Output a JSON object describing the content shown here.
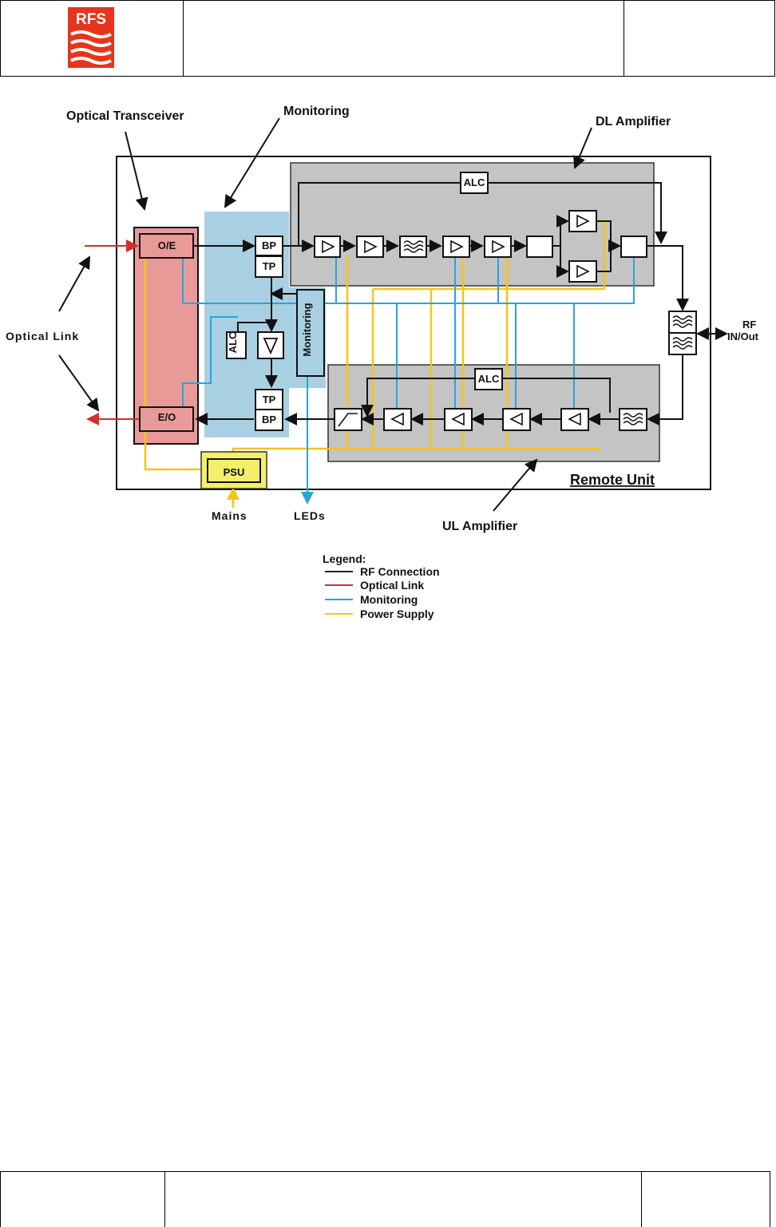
{
  "header": {
    "logo_text": "RFS"
  },
  "diagram": {
    "label_optical_transceiver": "Optical Transceiver",
    "label_monitoring": "Monitoring",
    "label_dl_amplifier": "DL Amplifier",
    "label_optical_link": "Optical Link",
    "label_rf": "RF",
    "label_in_out": "IN/Out",
    "label_remote_unit": "Remote Unit",
    "label_mains": "Mains",
    "label_leds": "LEDs",
    "label_ul_amplifier": "UL Amplifier",
    "block_oe": "O/E",
    "block_eo": "E/O",
    "block_bp": "BP",
    "block_tp": "TP",
    "block_alc": "ALC",
    "block_psu": "PSU",
    "block_monitoring_vertical": "Monitoring",
    "colors": {
      "rf": "#222222",
      "optical": "#d32f2f",
      "monitoring": "#29a3dd",
      "power": "#f5c518",
      "transceiver_fill": "#e89a98",
      "monitoring_fill": "#a9cfe2",
      "amplifier_fill": "#c4c4c4",
      "psu_fill": "#f4ef6a"
    }
  },
  "legend": {
    "title": "Legend:",
    "items": [
      {
        "label": "RF Connection",
        "color": "#222222"
      },
      {
        "label": "Optical Link",
        "color": "#d32f2f"
      },
      {
        "label": "Monitoring",
        "color": "#29a3dd"
      },
      {
        "label": "Power Supply",
        "color": "#f5c518"
      }
    ]
  }
}
